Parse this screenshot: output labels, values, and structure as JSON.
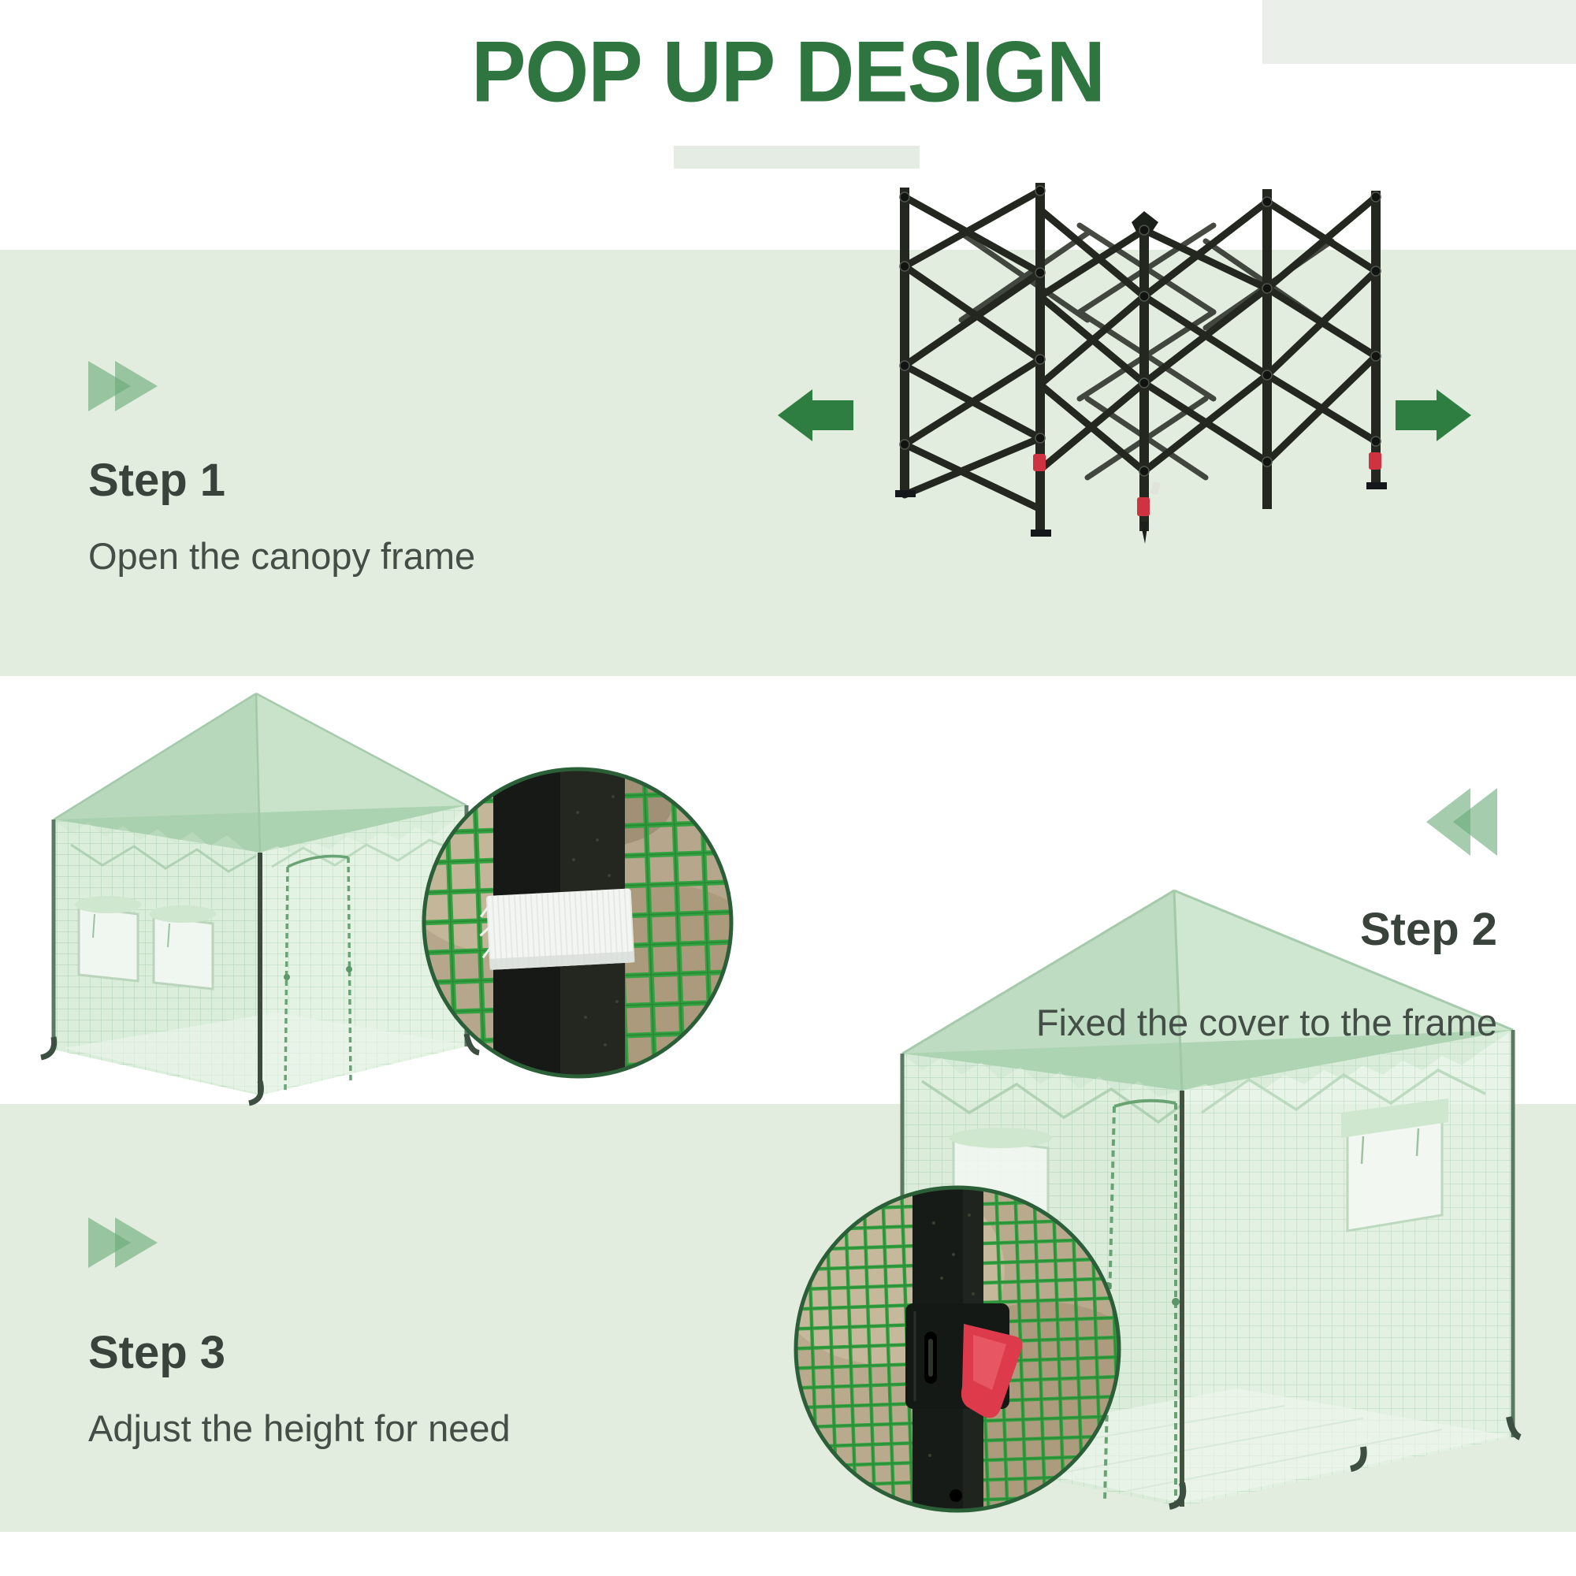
{
  "title": {
    "text": "POP UP DESIGN"
  },
  "steps": [
    {
      "label": "Step 1",
      "description": "Open the canopy frame",
      "icon": "double-triangle-right-icon"
    },
    {
      "label": "Step 2",
      "description": "Fixed the cover to the frame",
      "icon": "double-triangle-left-icon"
    },
    {
      "label": "Step 3",
      "description": "Adjust the height for need",
      "icon": "double-triangle-right-icon"
    }
  ],
  "illustrations": [
    {
      "name": "folded-canopy-frame-photo",
      "band": 1,
      "arrows": [
        "arrow-left-icon",
        "arrow-right-icon"
      ]
    },
    {
      "name": "greenhouse-cover-photo",
      "band": 2,
      "inset": "velcro-strap-closeup"
    },
    {
      "name": "greenhouse-adjust-photo",
      "band": 3,
      "inset": "red-height-adjuster-closeup"
    }
  ],
  "colors": {
    "title_green": "#2e7540",
    "band_green": "#e2ecdf",
    "corner_green": "#eaf0e9",
    "underline_bar": "#e4ece4",
    "arrow_green": "#2e7d41",
    "step_triangle_green": "#68aa76",
    "heading_text": "#39423b",
    "body_text": "#434e46",
    "mesh_green": "#2ba23c",
    "frame_black": "#23271f",
    "lever_red": "#d93848",
    "velcro_white": "#f3f5f3",
    "cover_green": "#cfe7d0"
  }
}
